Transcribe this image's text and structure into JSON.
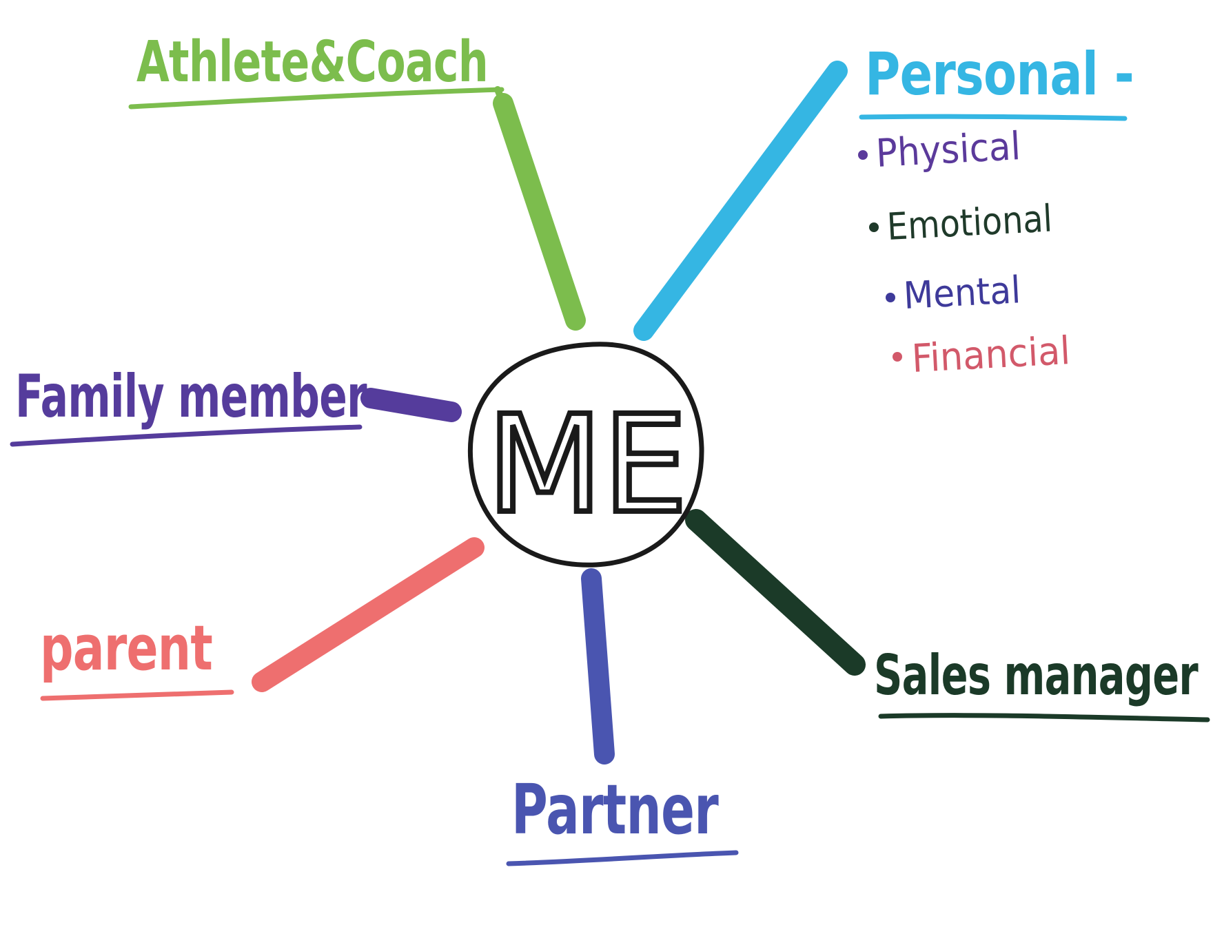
{
  "center": {
    "label": "ME",
    "stroke_color": "#1a1a1a"
  },
  "branches": {
    "athlete": {
      "label": "Athlete&Coach",
      "color": "#7cbd4d"
    },
    "personal": {
      "label": "Personal -",
      "color": "#35b6e3",
      "subitems": [
        {
          "label": "Physical",
          "color": "#5b3a9b"
        },
        {
          "label": "Emotional",
          "color": "#1f3a2a"
        },
        {
          "label": "Mental",
          "color": "#3e3a9a"
        },
        {
          "label": "Financial",
          "color": "#d2596a"
        }
      ]
    },
    "family": {
      "label": "Family member",
      "color": "#553c9c"
    },
    "parent": {
      "label": "parent",
      "color": "#ee6f6f"
    },
    "partner": {
      "label": "Partner",
      "color": "#4a55b0"
    },
    "sales": {
      "label": "Sales manager",
      "color": "#1b3a28"
    }
  }
}
